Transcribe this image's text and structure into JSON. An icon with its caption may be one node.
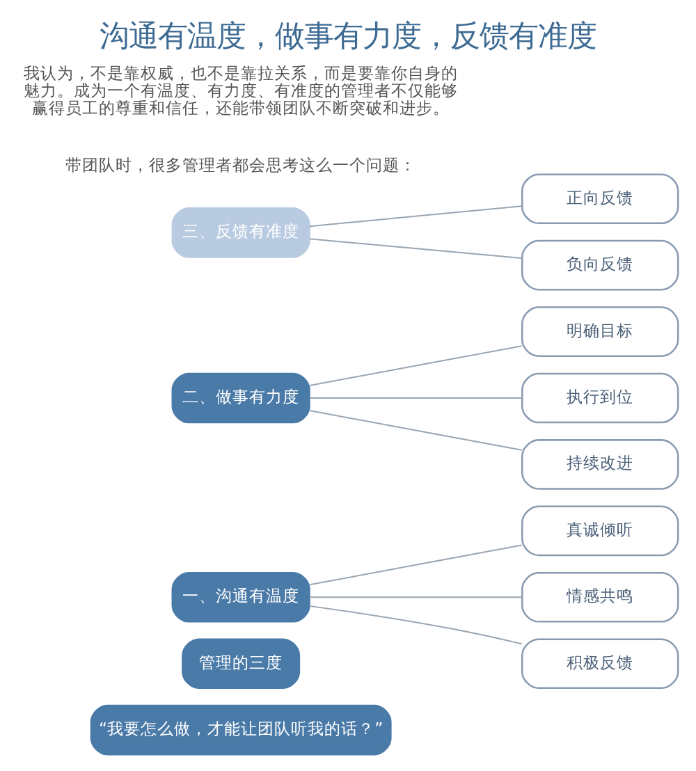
{
  "diagram": {
    "title": "沟通有温度，做事有力度，反馈有准度",
    "nodes": [
      {
        "text": [
          "“我要怎么做，才能让团队听我的话？”"
        ]
      },
      {
        "text": [
          "管理的三度"
        ]
      },
      {
        "text": [
          "一、沟通有温度"
        ]
      },
      {
        "text": [
          "真诚倾听"
        ]
      },
      {
        "text": [
          "情感共鸣"
        ]
      },
      {
        "text": [
          "积极反馈"
        ]
      },
      {
        "text": [
          "二、做事有力度"
        ]
      },
      {
        "text": [
          "明确目标"
        ]
      },
      {
        "text": [
          "执行到位"
        ]
      },
      {
        "text": [
          "持续改进"
        ]
      },
      {
        "text": [
          "三、反馈有准度"
        ]
      },
      {
        "text": [
          "正向反馈"
        ]
      },
      {
        "text": [
          "负向反馈"
        ]
      }
    ],
    "edges": [
      {
        "from": 2,
        "to": 3,
        "arrow": "none"
      },
      {
        "from": 2,
        "to": 4,
        "arrow": "none"
      },
      {
        "from": 2,
        "to": 5,
        "arrow": "none"
      },
      {
        "from": 6,
        "to": 7,
        "arrow": "none"
      },
      {
        "from": 6,
        "to": 8,
        "arrow": "none"
      },
      {
        "from": 6,
        "to": 9,
        "arrow": "none"
      },
      {
        "from": 10,
        "to": 11,
        "arrow": "none"
      },
      {
        "from": 10,
        "to": 12,
        "arrow": "none"
      }
    ],
    "labels": [
      "带团队时，很多管理者都会思考这么一个问题：",
      "我认为，不是靠权威，也不是靠拉关系，而是要靠你自身的魅力。成为一个有温度、有力度、有准度的管理者不仅能够赢得员工的尊重和信任，还能带领团队不断突破和进步。"
    ]
  }
}
